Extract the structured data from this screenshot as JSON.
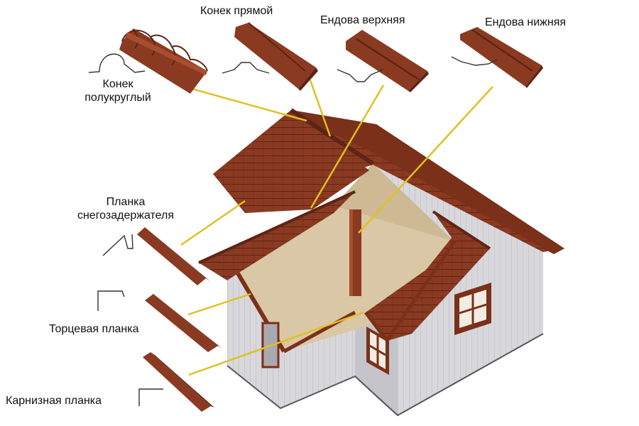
{
  "labels": {
    "ridge_round": [
      "Конек",
      "полукруглый"
    ],
    "ridge_straight": "Конек прямой",
    "valley_upper": "Ендова верхняя",
    "valley_lower": "Ендова нижняя",
    "snow_guard": [
      "Планка",
      "снегозадержателя"
    ],
    "gable_trim": "Торцевая планка",
    "eave_trim": "Карнизная планка"
  },
  "colors": {
    "background": "#ffffff",
    "roof_brown": "#8b3a22",
    "roof_dark": "#5e2414",
    "roof_light": "#a84e2e",
    "wall_grey": "#d8d8dc",
    "wall_shadow": "#a9a9b0",
    "gable_beige": "#d9c7a5",
    "leader_line": "#e0c020",
    "profile_line": "#333333"
  },
  "icons": [
    "ridge-round-profile-icon",
    "ridge-straight-profile-icon",
    "valley-upper-profile-icon",
    "valley-lower-profile-icon",
    "snow-guard-profile-icon",
    "gable-trim-profile-icon",
    "eave-trim-profile-icon"
  ]
}
